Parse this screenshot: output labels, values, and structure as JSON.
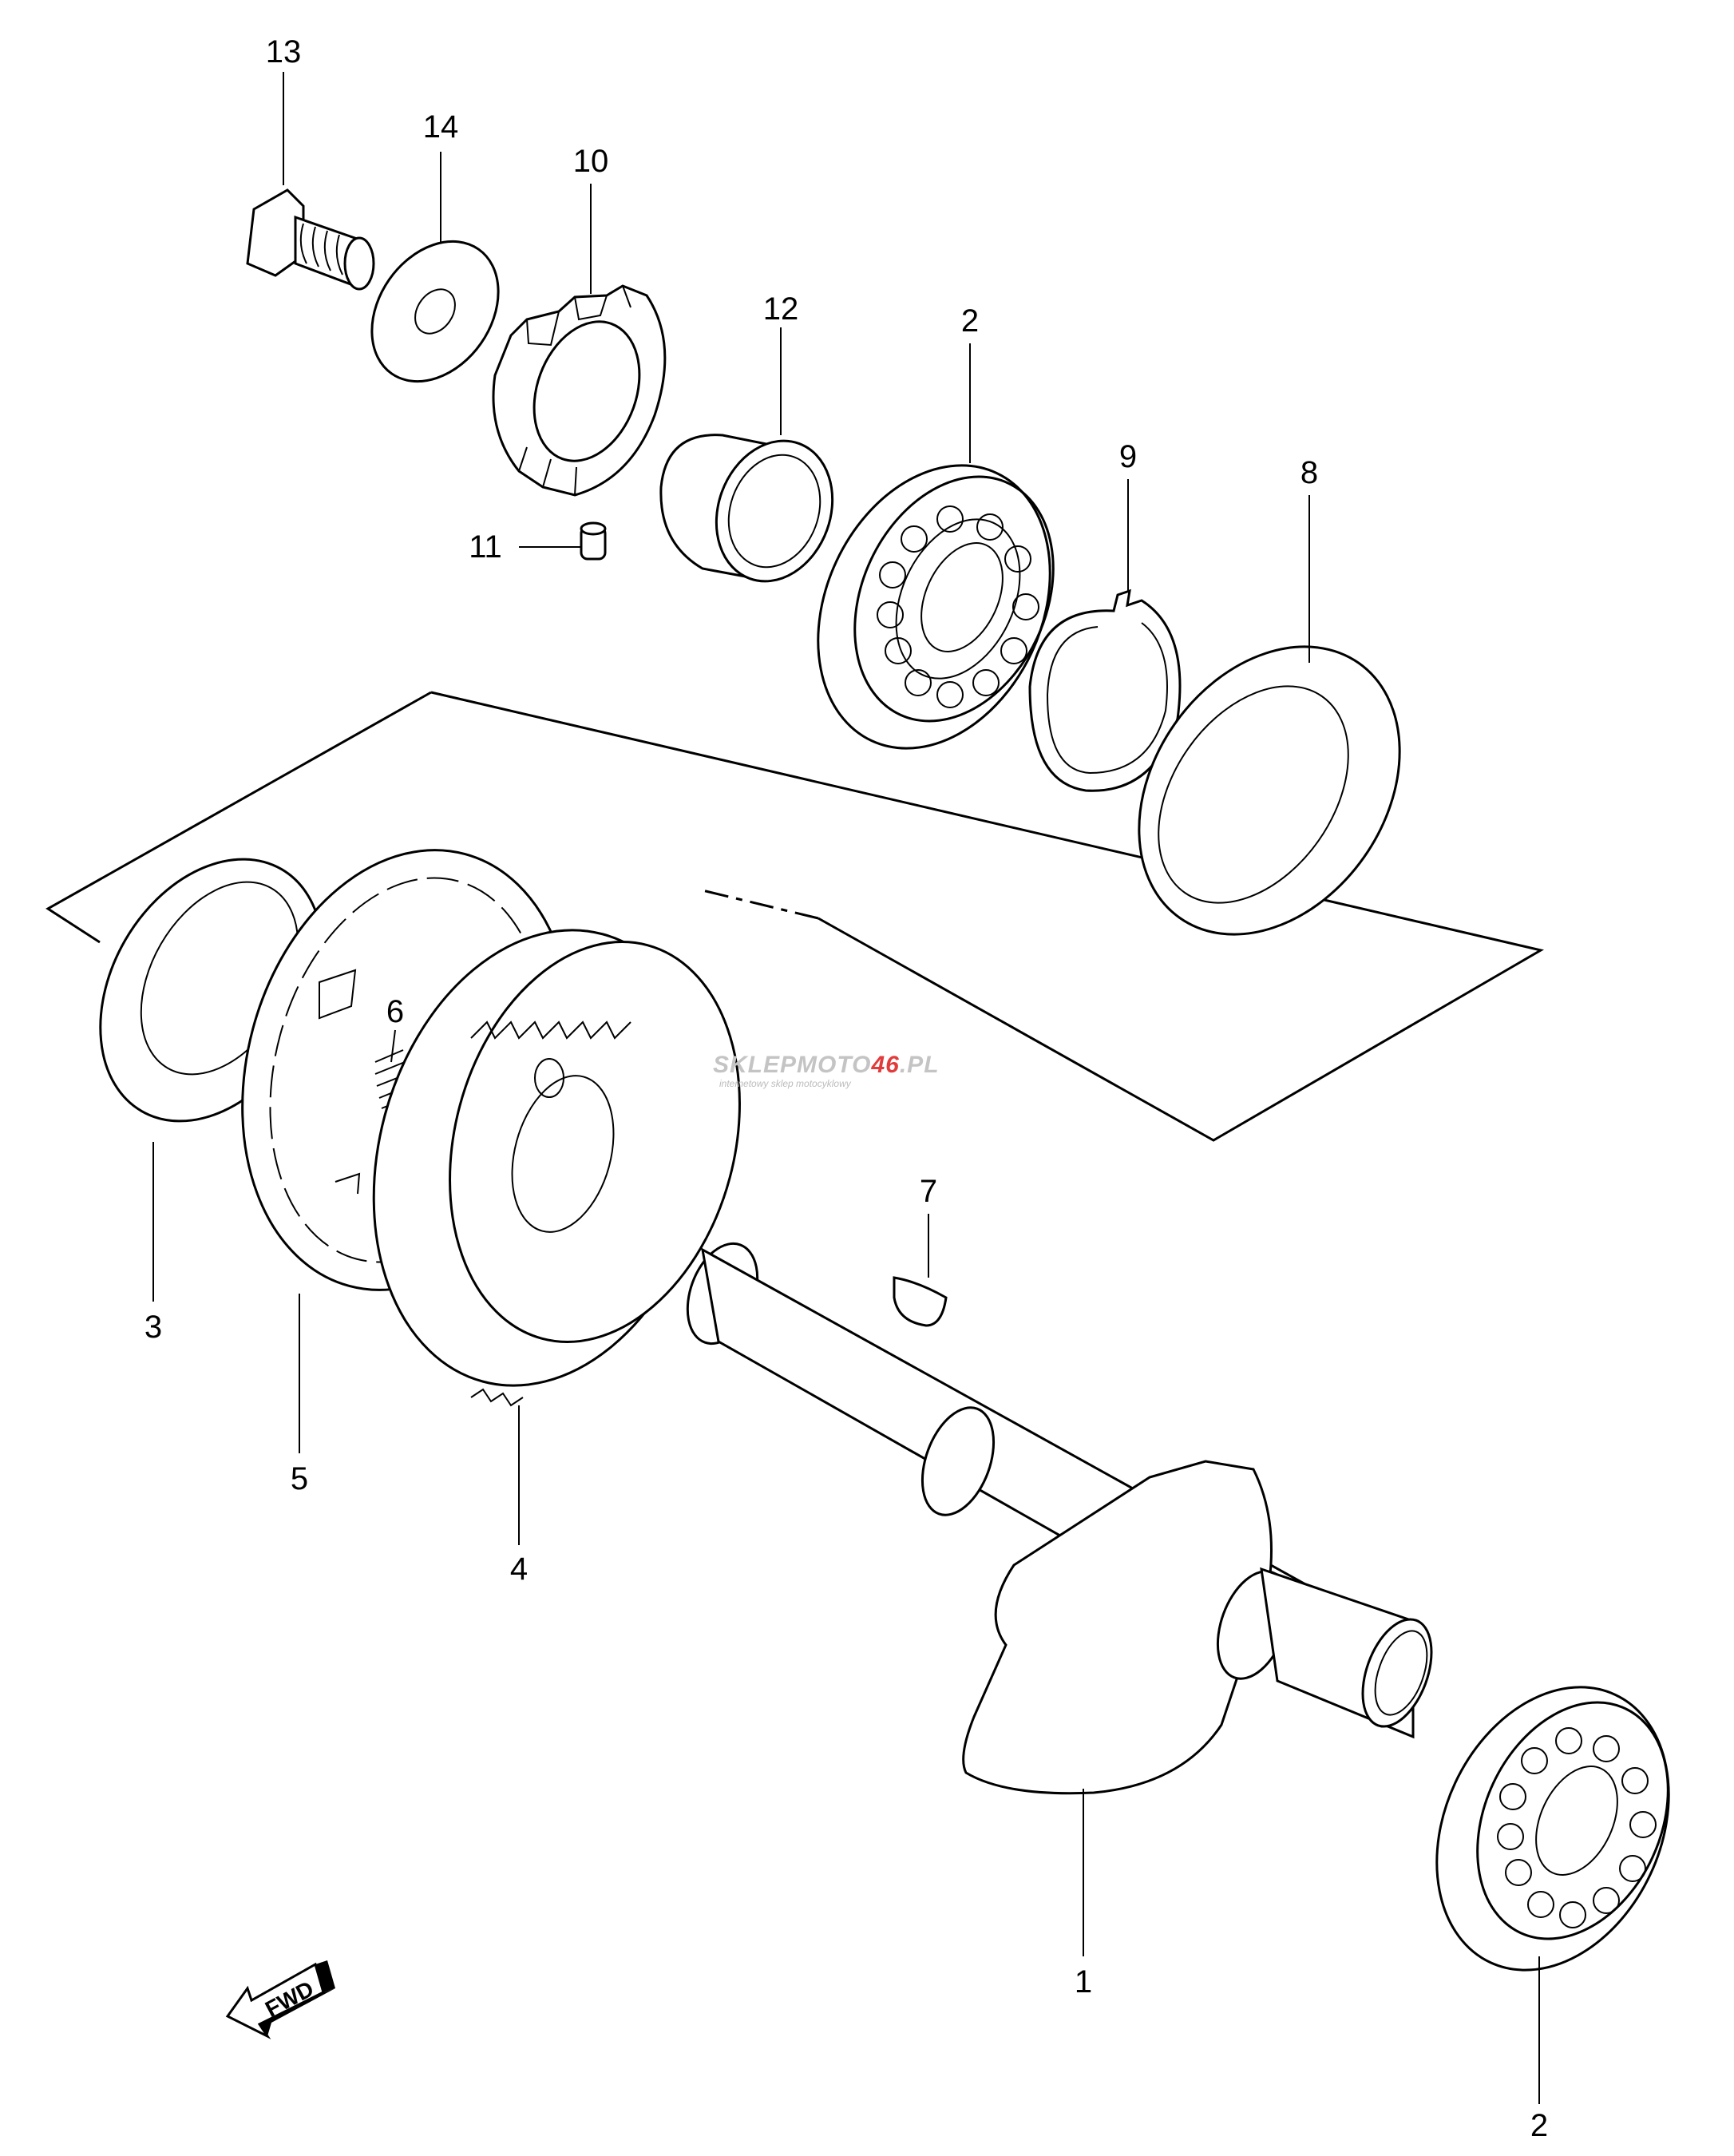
{
  "colors": {
    "ink": "#000000",
    "background": "#ffffff",
    "watermark_gray": "#c4c4c4",
    "watermark_red": "#e23b3b"
  },
  "labels": {
    "p1": "1",
    "p2_top": "2",
    "p2_bottom": "2",
    "p3": "3",
    "p4": "4",
    "p5": "5",
    "p6": "6",
    "p7": "7",
    "p8": "8",
    "p9": "9",
    "p10": "10",
    "p11": "11",
    "p12": "12",
    "p13": "13",
    "p14": "14"
  },
  "watermark": {
    "brand_a": "SKLEPMOTO",
    "brand_b": "46",
    "brand_c": ".PL",
    "tagline": "internetowy sklep motocyklowy"
  },
  "fwd_arrow": {
    "text": "FWD",
    "icon": "fwd-arrow-icon"
  }
}
